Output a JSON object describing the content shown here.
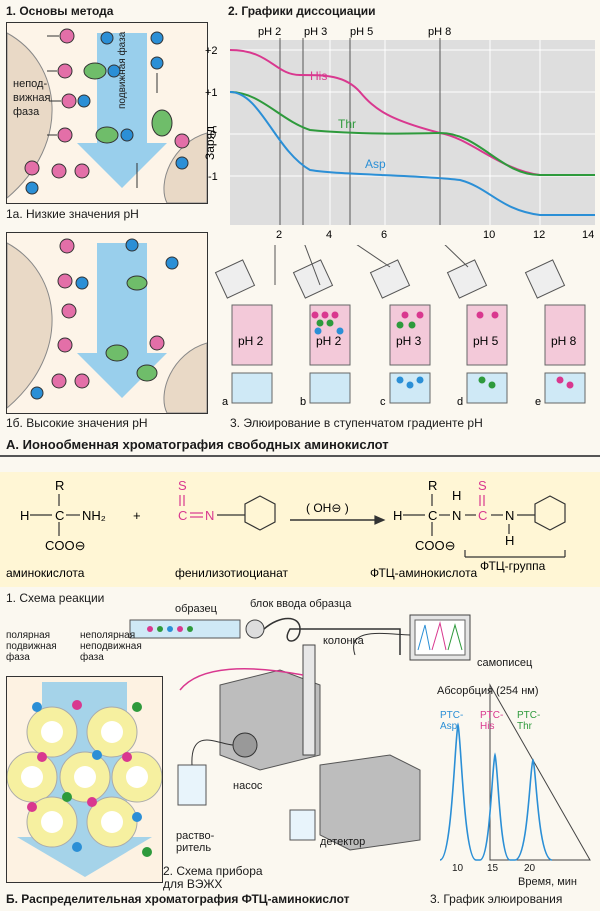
{
  "sectionA": {
    "title": "А. Ионообменная хроматография свободных аминокислот",
    "panel1": {
      "heading": "1. Основы метода",
      "stationary_label": [
        "непод-",
        "вижная",
        "фаза"
      ],
      "mobile_label": "подвижная фаза",
      "caption_a": "1а. Низкие значения pH",
      "caption_b": "1б. Высокие значения pH"
    },
    "panel2": {
      "heading": "2. Графики диссоциации",
      "ylabel": "Заряд",
      "y_ticks": [
        "+2",
        "+1",
        "0",
        "-1"
      ],
      "x_ticks": [
        "2",
        "4",
        "6",
        "10",
        "12",
        "14"
      ],
      "ph_markers": [
        "pH 2",
        "pH 3",
        "pH 5",
        "pH 8"
      ],
      "series": [
        {
          "name": "His",
          "color": "#d9388f"
        },
        {
          "name": "Thr",
          "color": "#2e9a3c"
        },
        {
          "name": "Asp",
          "color": "#2b8fd6"
        }
      ]
    },
    "panel3": {
      "columns": [
        {
          "ph": "pH 2",
          "letter": "a"
        },
        {
          "ph": "pH 2",
          "letter": "b"
        },
        {
          "ph": "pH 3",
          "letter": "c"
        },
        {
          "ph": "pH 5",
          "letter": "d"
        },
        {
          "ph": "pH 8",
          "letter": "e"
        }
      ],
      "caption": "3. Элюирование в ступенчатом градиенте pH"
    }
  },
  "sectionB": {
    "title": "Б. Распределительная хроматография ФТЦ-аминокислот",
    "reaction": {
      "amino_acid": "аминокислота",
      "reagent": "фенилизотиоцианат",
      "product": "ФТЦ-аминокислота",
      "group": "ФТЦ-группа",
      "catalyst": "( OH⊖ )",
      "heading": "1. Схема реакции",
      "atoms": {
        "R": "R",
        "H": "H",
        "C": "C",
        "NH2": "NH₂",
        "COO": "COO⊖",
        "S": "S",
        "N": "N",
        "plus": "+",
        "dash": "—",
        "double": "="
      }
    },
    "apparatus": {
      "sample": "образец",
      "injector": "блок ввода образца",
      "column": "колонка",
      "recorder": "самописец",
      "pump": "насос",
      "solvent": "раство-\nритель",
      "detector": "детектор",
      "polar_mobile": [
        "полярная",
        "подвижная",
        "фаза"
      ],
      "nonpolar_stationary": [
        "неполярная",
        "неподвижная",
        "фаза"
      ],
      "caption": "2. Схема прибора для ВЭЖХ"
    },
    "elution": {
      "ylabel": "Абсорбция (254 нм)",
      "peaks": [
        {
          "name": "PTC-Asp",
          "color": "#2b8fd6"
        },
        {
          "name": "PTC-His",
          "color": "#d9388f"
        },
        {
          "name": "PTC-Thr",
          "color": "#2e9a3c"
        }
      ],
      "x_ticks": [
        "10",
        "15",
        "20"
      ],
      "xlabel": "Время, мин",
      "caption": "3. График элюирования"
    }
  }
}
